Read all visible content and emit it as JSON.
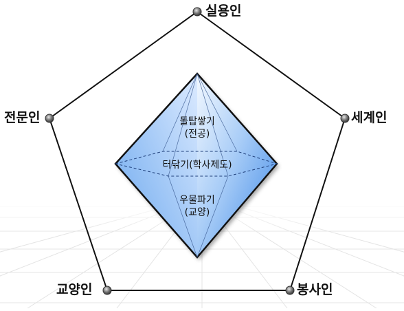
{
  "pentagon_labels": {
    "top": "실용인",
    "right": "세계인",
    "bottom_right": "봉사인",
    "bottom_left": "교양인",
    "left": "전문인"
  },
  "diamond_layers": {
    "top_line1": "돌탑쌓기",
    "top_line2": "(전공)",
    "middle": "터닦기(학사제도)",
    "bottom_line1": "우물파기",
    "bottom_line2": "(교양)"
  },
  "colors": {
    "outline": "#111111",
    "diamond_light": "#eef5ff",
    "diamond_dark": "#3d8ce8",
    "node": "#6a6a6a",
    "floor_grid": "#e2e2e2"
  }
}
